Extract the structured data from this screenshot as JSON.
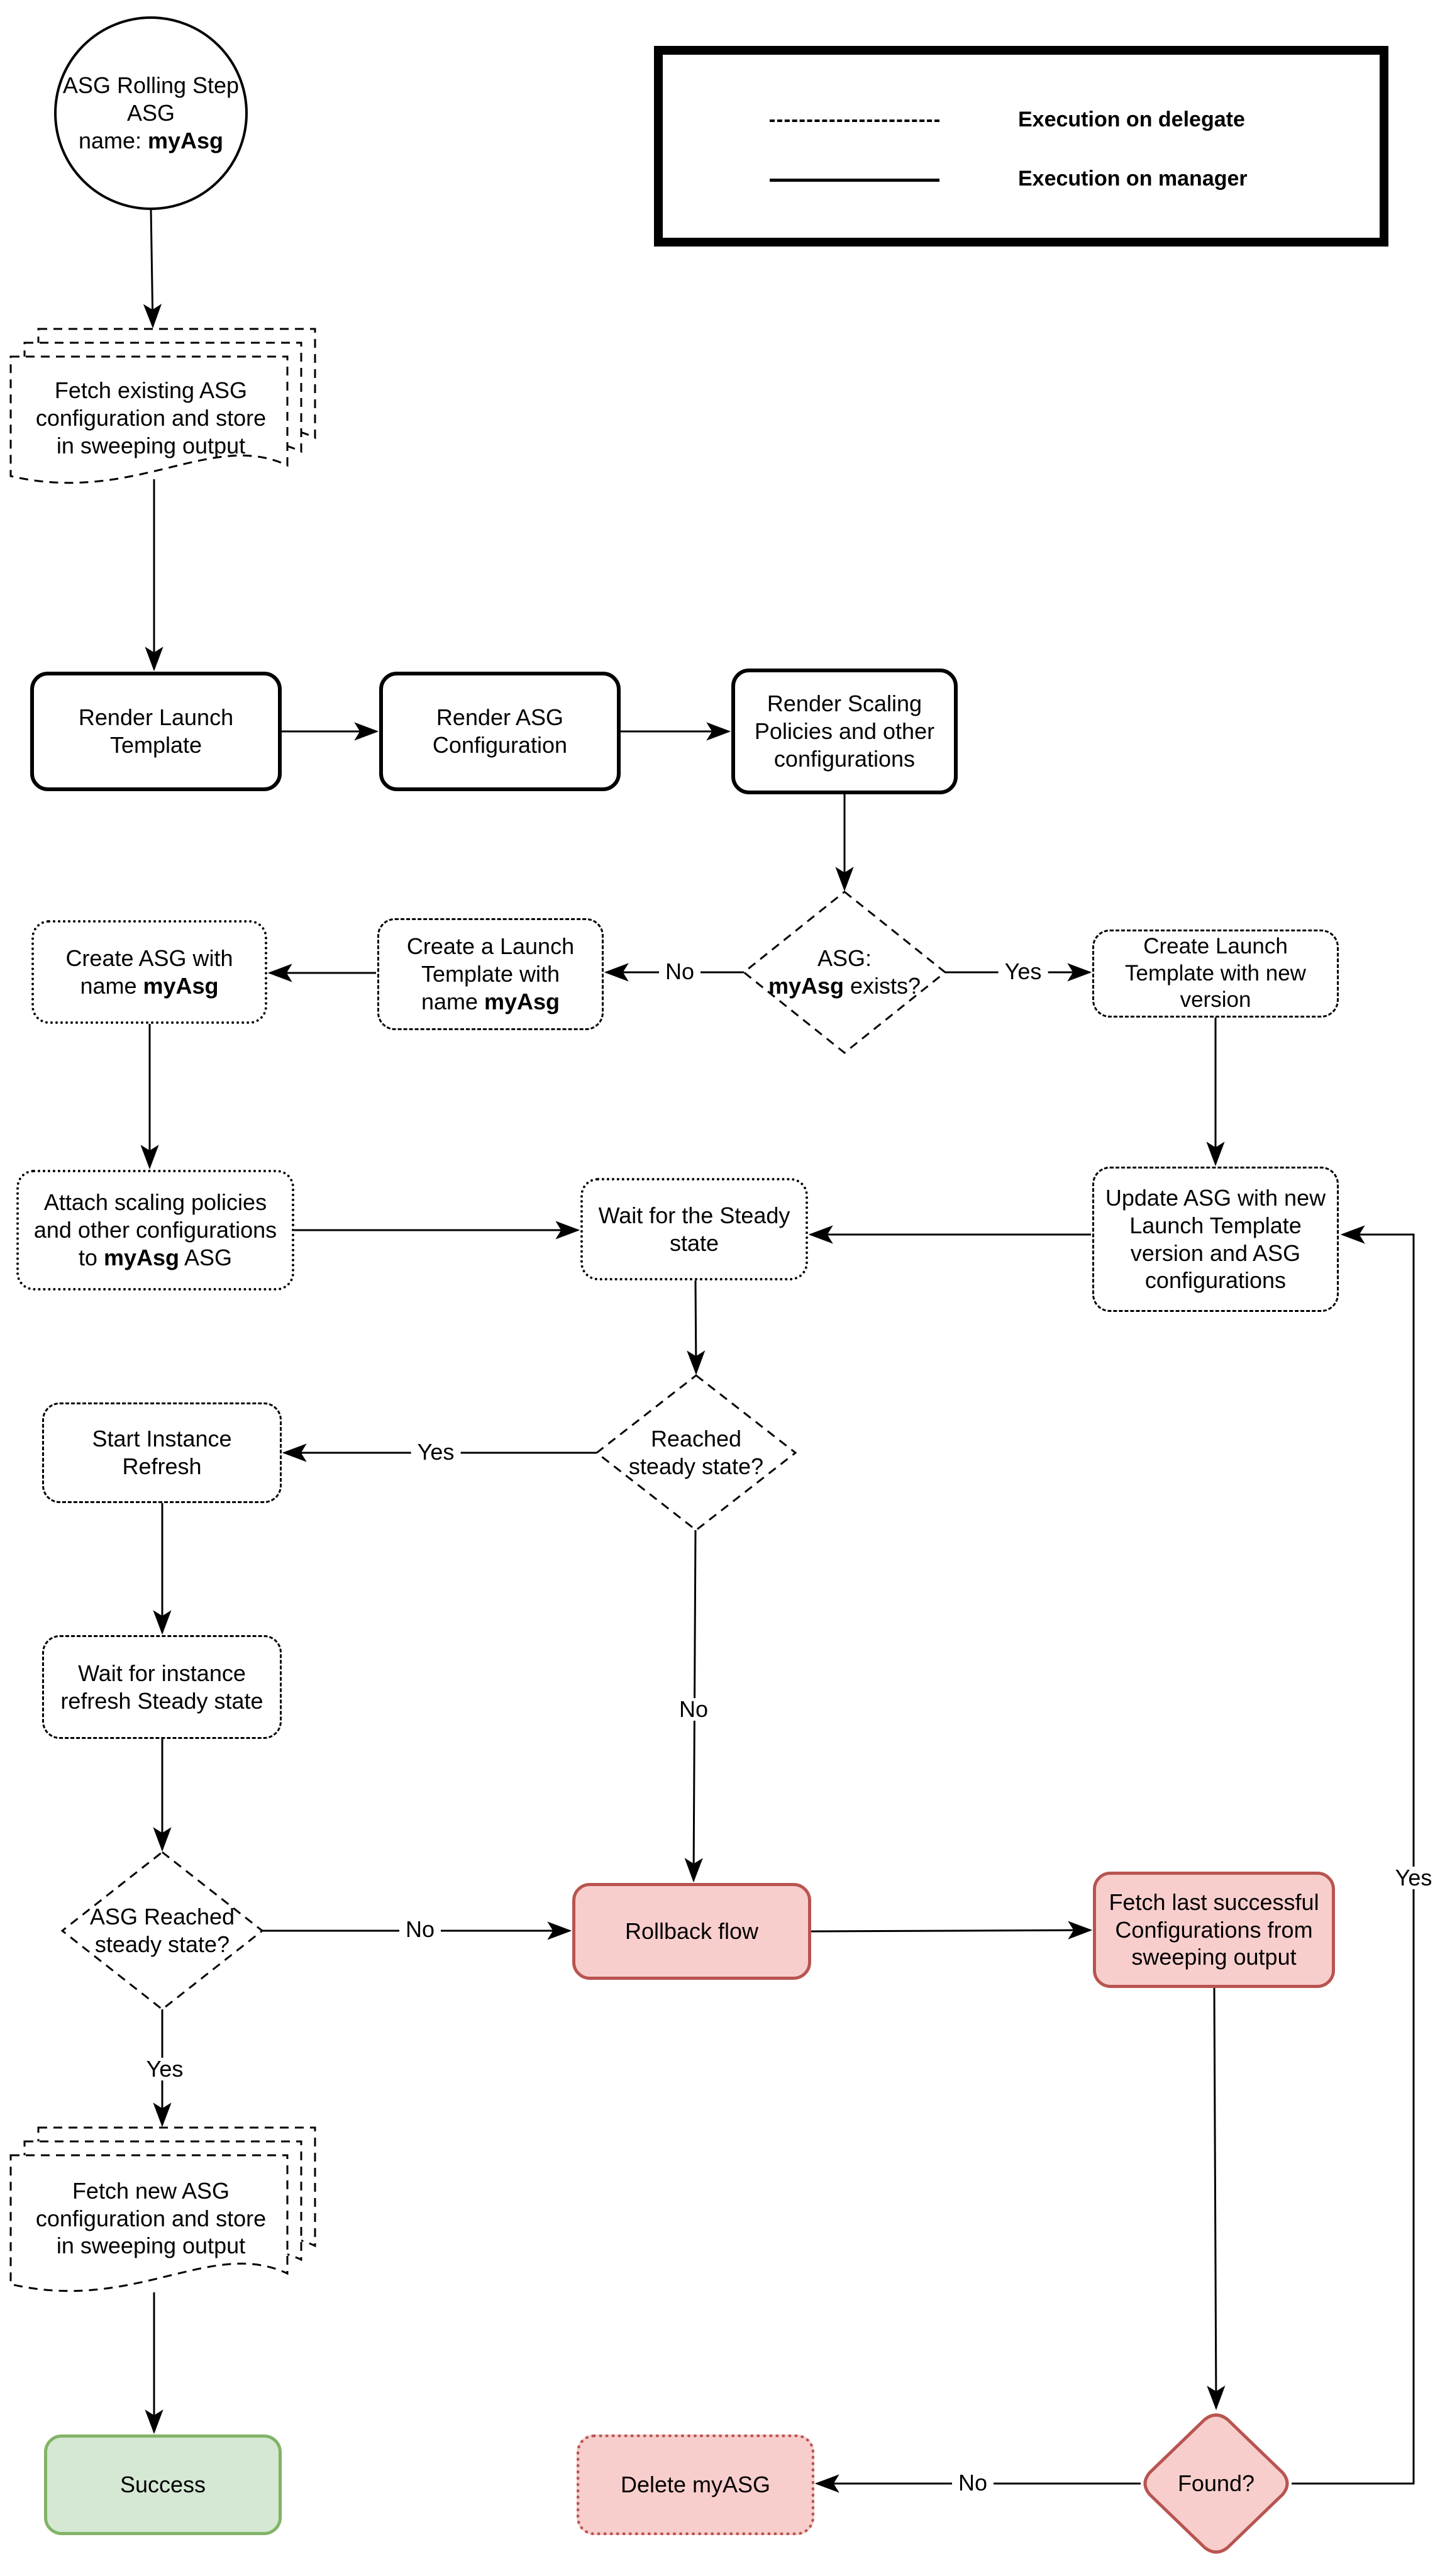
{
  "colors": {
    "danger_fill": "#f8cecc",
    "danger_border": "#b85450",
    "success_fill": "#d5e8d4",
    "success_border": "#82b366",
    "line": "#000000"
  },
  "legend": {
    "items": [
      {
        "style": "dashed",
        "label": "Execution on delegate"
      },
      {
        "style": "solid",
        "label": "Execution on manager"
      }
    ]
  },
  "nodes": {
    "start": {
      "text": "ASG Rolling Step\nASG\nname: **myAsg**"
    },
    "fetch_existing": {
      "text": "Fetch existing ASG\nconfiguration and store\nin sweeping output"
    },
    "render_launch_template": {
      "text": "Render Launch\nTemplate"
    },
    "render_asg_configuration": {
      "text": "Render ASG\nConfiguration"
    },
    "render_scaling_policies": {
      "text": "Render Scaling\nPolicies and other\nconfigurations"
    },
    "asg_exists_decision": {
      "text": "ASG:\n**myAsg** exists?"
    },
    "create_launch_template_name": {
      "text": "Create a Launch\nTemplate with\nname **myAsg**"
    },
    "create_asg": {
      "text": "Create ASG with\nname **myAsg**"
    },
    "create_launch_template_new_version": {
      "text": "Create Launch\nTemplate with new\nversion"
    },
    "attach_scaling_policies": {
      "text": "Attach scaling policies\nand other configurations\nto **myAsg** ASG"
    },
    "wait_steady_state": {
      "text": "Wait for the Steady\nstate"
    },
    "update_asg": {
      "text": "Update ASG with new\nLaunch Template\nversion and ASG\nconfigurations"
    },
    "reached_steady_state_decision": {
      "text": "Reached\nsteady state?"
    },
    "start_instance_refresh": {
      "text": "Start Instance\nRefresh"
    },
    "wait_instance_refresh": {
      "text": "Wait for instance\nrefresh Steady state"
    },
    "asg_reached_steady_state_decision": {
      "text": "ASG Reached\nsteady state?"
    },
    "rollback_flow": {
      "text": "Rollback flow"
    },
    "fetch_last_successful": {
      "text": "Fetch last successful\nConfigurations from\nsweeping output"
    },
    "fetch_new_asg": {
      "text": "Fetch new ASG\nconfiguration and store\nin sweeping output"
    },
    "success": {
      "text": "Success"
    },
    "delete_myasg": {
      "text": "Delete myASG"
    },
    "found_decision": {
      "text": "Found?"
    }
  },
  "edge_labels": {
    "exists_no": "No",
    "exists_yes": "Yes",
    "reached_yes": "Yes",
    "reached_no": "No",
    "asg_reached_no": "No",
    "asg_reached_yes": "Yes",
    "found_no": "No",
    "found_yes": "Yes"
  }
}
